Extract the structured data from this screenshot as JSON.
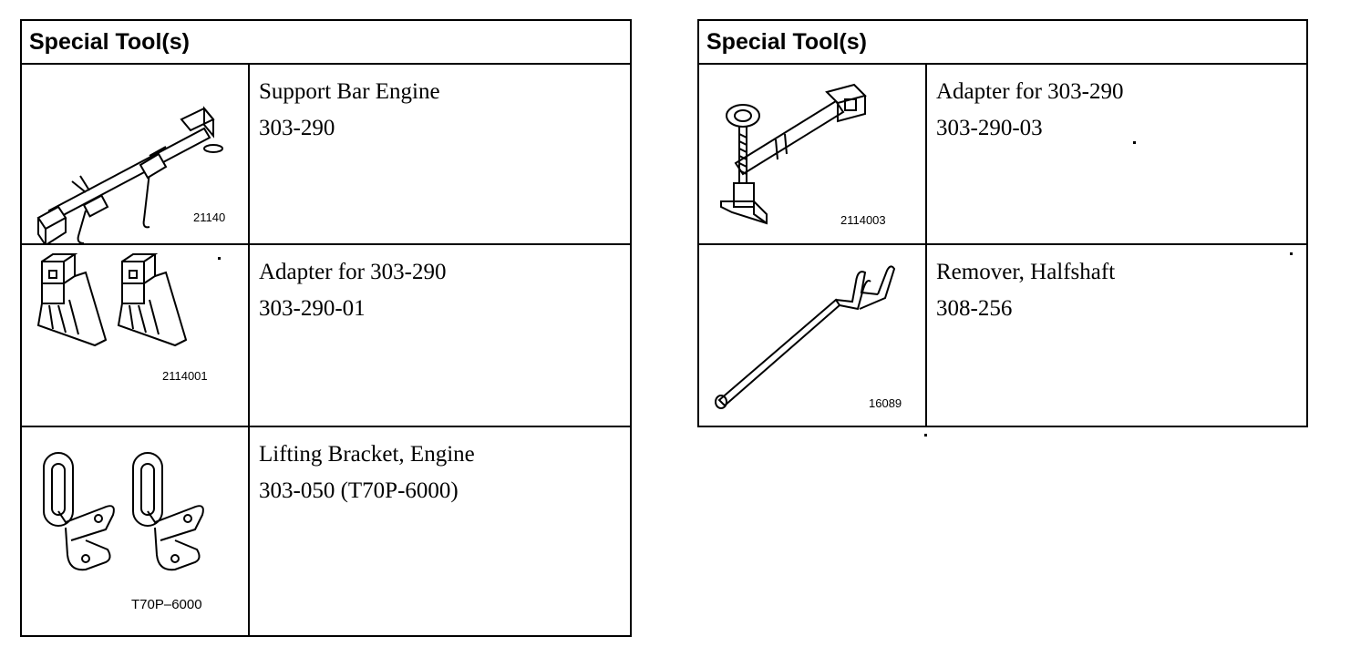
{
  "tables": [
    {
      "header": "Special Tool(s)",
      "rows": [
        {
          "icon": "support-bar-engine-icon",
          "code": "21140",
          "name": "Support Bar Engine",
          "number": "303-290"
        },
        {
          "icon": "adapter-bracket-icon",
          "code": "2114001",
          "name": "Adapter for 303-290",
          "number": "303-290-01"
        },
        {
          "icon": "lifting-bracket-icon",
          "code": "T70P–6000",
          "name": "Lifting Bracket, Engine",
          "number": "303-050 (T70P-6000)"
        }
      ]
    },
    {
      "header": "Special Tool(s)",
      "rows": [
        {
          "icon": "adapter-screw-clamp-icon",
          "code": "2114003",
          "name": "Adapter for 303-290",
          "number": "303-290-03"
        },
        {
          "icon": "halfshaft-remover-icon",
          "code": "16089",
          "name": "Remover, Halfshaft",
          "number": "308-256"
        }
      ]
    }
  ]
}
